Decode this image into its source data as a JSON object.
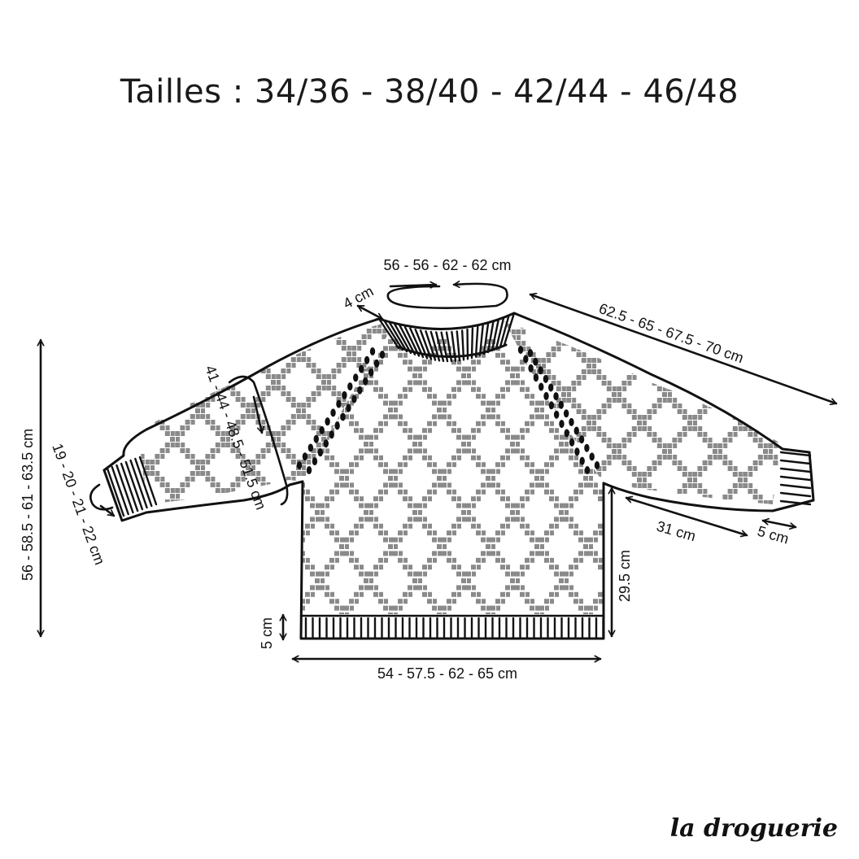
{
  "title": "Tailles : 34/36 - 38/40 - 42/44 - 46/48",
  "measurements": {
    "neck_circumference": "56 - 56 - 62 - 62 cm",
    "collar_height": "4 cm",
    "raglan_sleeve_length": "62.5 - 65 - 67.5 - 70 cm",
    "total_length": "56 - 58.5 - 61 - 63.5 cm",
    "wrist_circumference": "19 - 20 - 21 - 22 cm",
    "upper_arm_circumference": "41 - 44 - 48.5 - 51.5 cm",
    "underarm_sleeve": "31 cm",
    "cuff_height": "5 cm",
    "side_length": "29.5 cm",
    "hem_height": "5 cm",
    "chest_width": "54 - 57.5 - 62 - 65 cm"
  },
  "brand": "la droguerie",
  "colors": {
    "ink": "#111111",
    "stitch_dots": "#8a8a8a",
    "background": "#ffffff"
  }
}
